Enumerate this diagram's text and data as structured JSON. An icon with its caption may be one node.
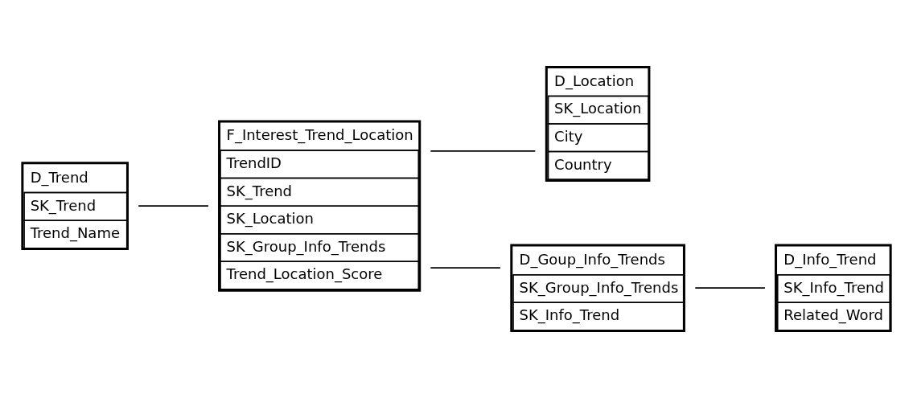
{
  "diagram": {
    "nodes": [
      {
        "text": [
          "D_Trend",
          "SK_Trend",
          "Trend_Name"
        ]
      },
      {
        "text": [
          "F_Interest_Trend_Location",
          "TrendID",
          "SK_Trend",
          "SK_Location",
          "SK_Group_Info_Trends",
          "Trend_Location_Score"
        ]
      },
      {
        "text": [
          "D_Location",
          "SK_Location",
          "City",
          "Country"
        ]
      },
      {
        "text": [
          "D_Goup_Info_Trends",
          "SK_Group_Info_Trends",
          "SK_Info_Trend"
        ]
      },
      {
        "text": [
          "D_Info_Trend",
          "SK_Info_Trend",
          "Related_Word"
        ]
      }
    ],
    "edges": [
      {
        "from": 0,
        "to": 1,
        "arrow": "none"
      },
      {
        "from": 1,
        "to": 2,
        "arrow": "none"
      },
      {
        "from": 1,
        "to": 3,
        "arrow": "none"
      },
      {
        "from": 3,
        "to": 4,
        "arrow": "none"
      }
    ]
  }
}
